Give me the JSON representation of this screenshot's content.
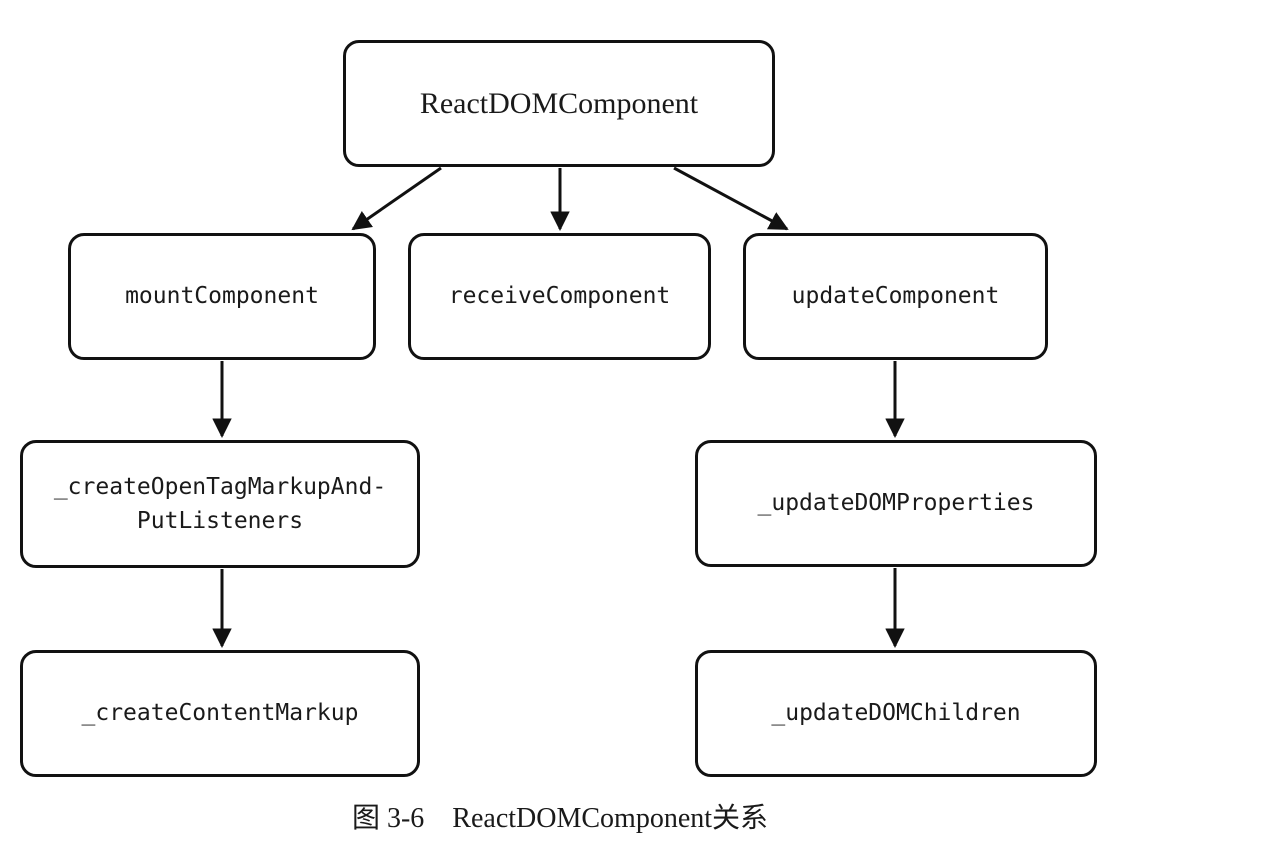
{
  "figure": {
    "background_color": "#ffffff",
    "line_color": "#111111",
    "caption": {
      "number": "图 3-6",
      "title": "ReactDOMComponent关系"
    }
  },
  "nodes": {
    "root": {
      "label": "ReactDOMComponent"
    },
    "mount": {
      "label": "mountComponent"
    },
    "receive": {
      "label": "receiveComponent"
    },
    "update": {
      "label": "updateComponent"
    },
    "create_open_tag": {
      "label": "_createOpenTagMarkupAnd-\nPutListeners"
    },
    "update_dom_properties": {
      "label": "_updateDOMProperties"
    },
    "create_content": {
      "label": "_createContentMarkup"
    },
    "update_dom_children": {
      "label": "_updateDOMChildren"
    }
  },
  "edges": [
    {
      "from": "root",
      "to": "mount"
    },
    {
      "from": "root",
      "to": "receive"
    },
    {
      "from": "root",
      "to": "update"
    },
    {
      "from": "mount",
      "to": "create_open_tag"
    },
    {
      "from": "update",
      "to": "update_dom_properties"
    },
    {
      "from": "create_open_tag",
      "to": "create_content"
    },
    {
      "from": "update_dom_properties",
      "to": "update_dom_children"
    }
  ]
}
